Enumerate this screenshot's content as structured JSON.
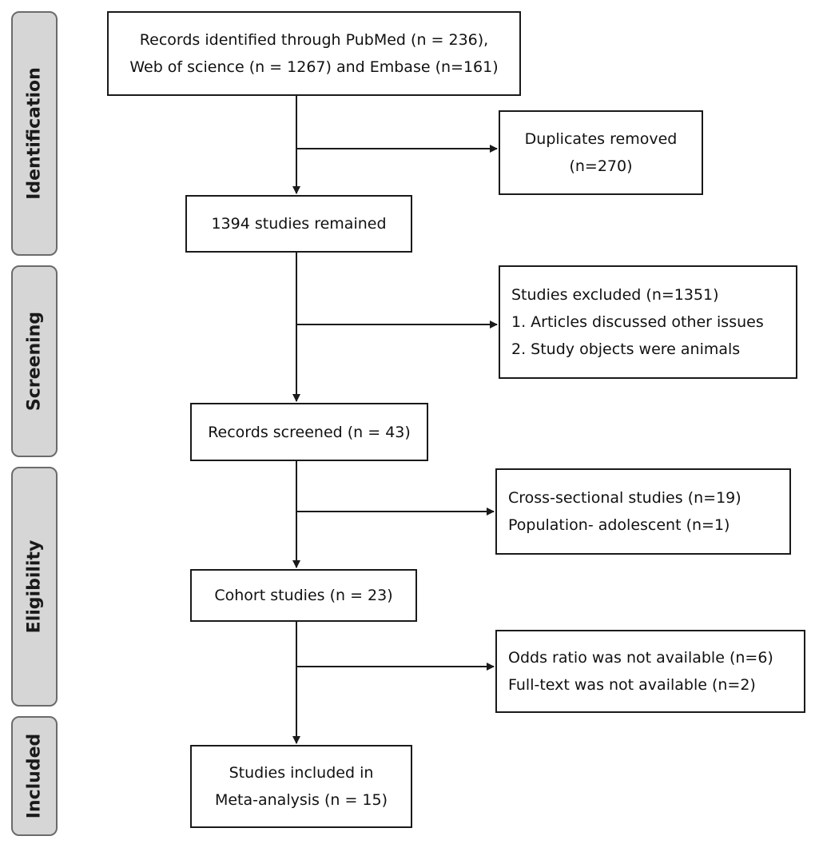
{
  "phases": {
    "identification": "Identification",
    "screening": "Screening",
    "eligibility": "Eligibility",
    "included": "Included"
  },
  "boxes": {
    "records_identified": {
      "line1": "Records identified through PubMed (n = 236),",
      "line2": "Web of science (n = 1267) and Embase (n=161)"
    },
    "duplicates_removed": {
      "line1": "Duplicates removed",
      "line2": "(n=270)"
    },
    "studies_remained": {
      "line1": "1394 studies remained"
    },
    "studies_excluded": {
      "line1": "Studies excluded (n=1351)",
      "line2": "1. Articles discussed other issues",
      "line3": "2. Study objects were animals"
    },
    "records_screened": {
      "line1": "Records screened (n = 43)"
    },
    "cross_sectional_excluded": {
      "line1": "Cross-sectional studies (n=19)",
      "line2": "Population- adolescent (n=1)"
    },
    "cohort_studies": {
      "line1": "Cohort studies (n = 23)"
    },
    "not_available_excluded": {
      "line1": "Odds ratio was not available (n=6)",
      "line2": "Full-text was not available (n=2)"
    },
    "studies_included": {
      "line1": "Studies included in",
      "line2": "Meta-analysis (n = 15)"
    }
  }
}
